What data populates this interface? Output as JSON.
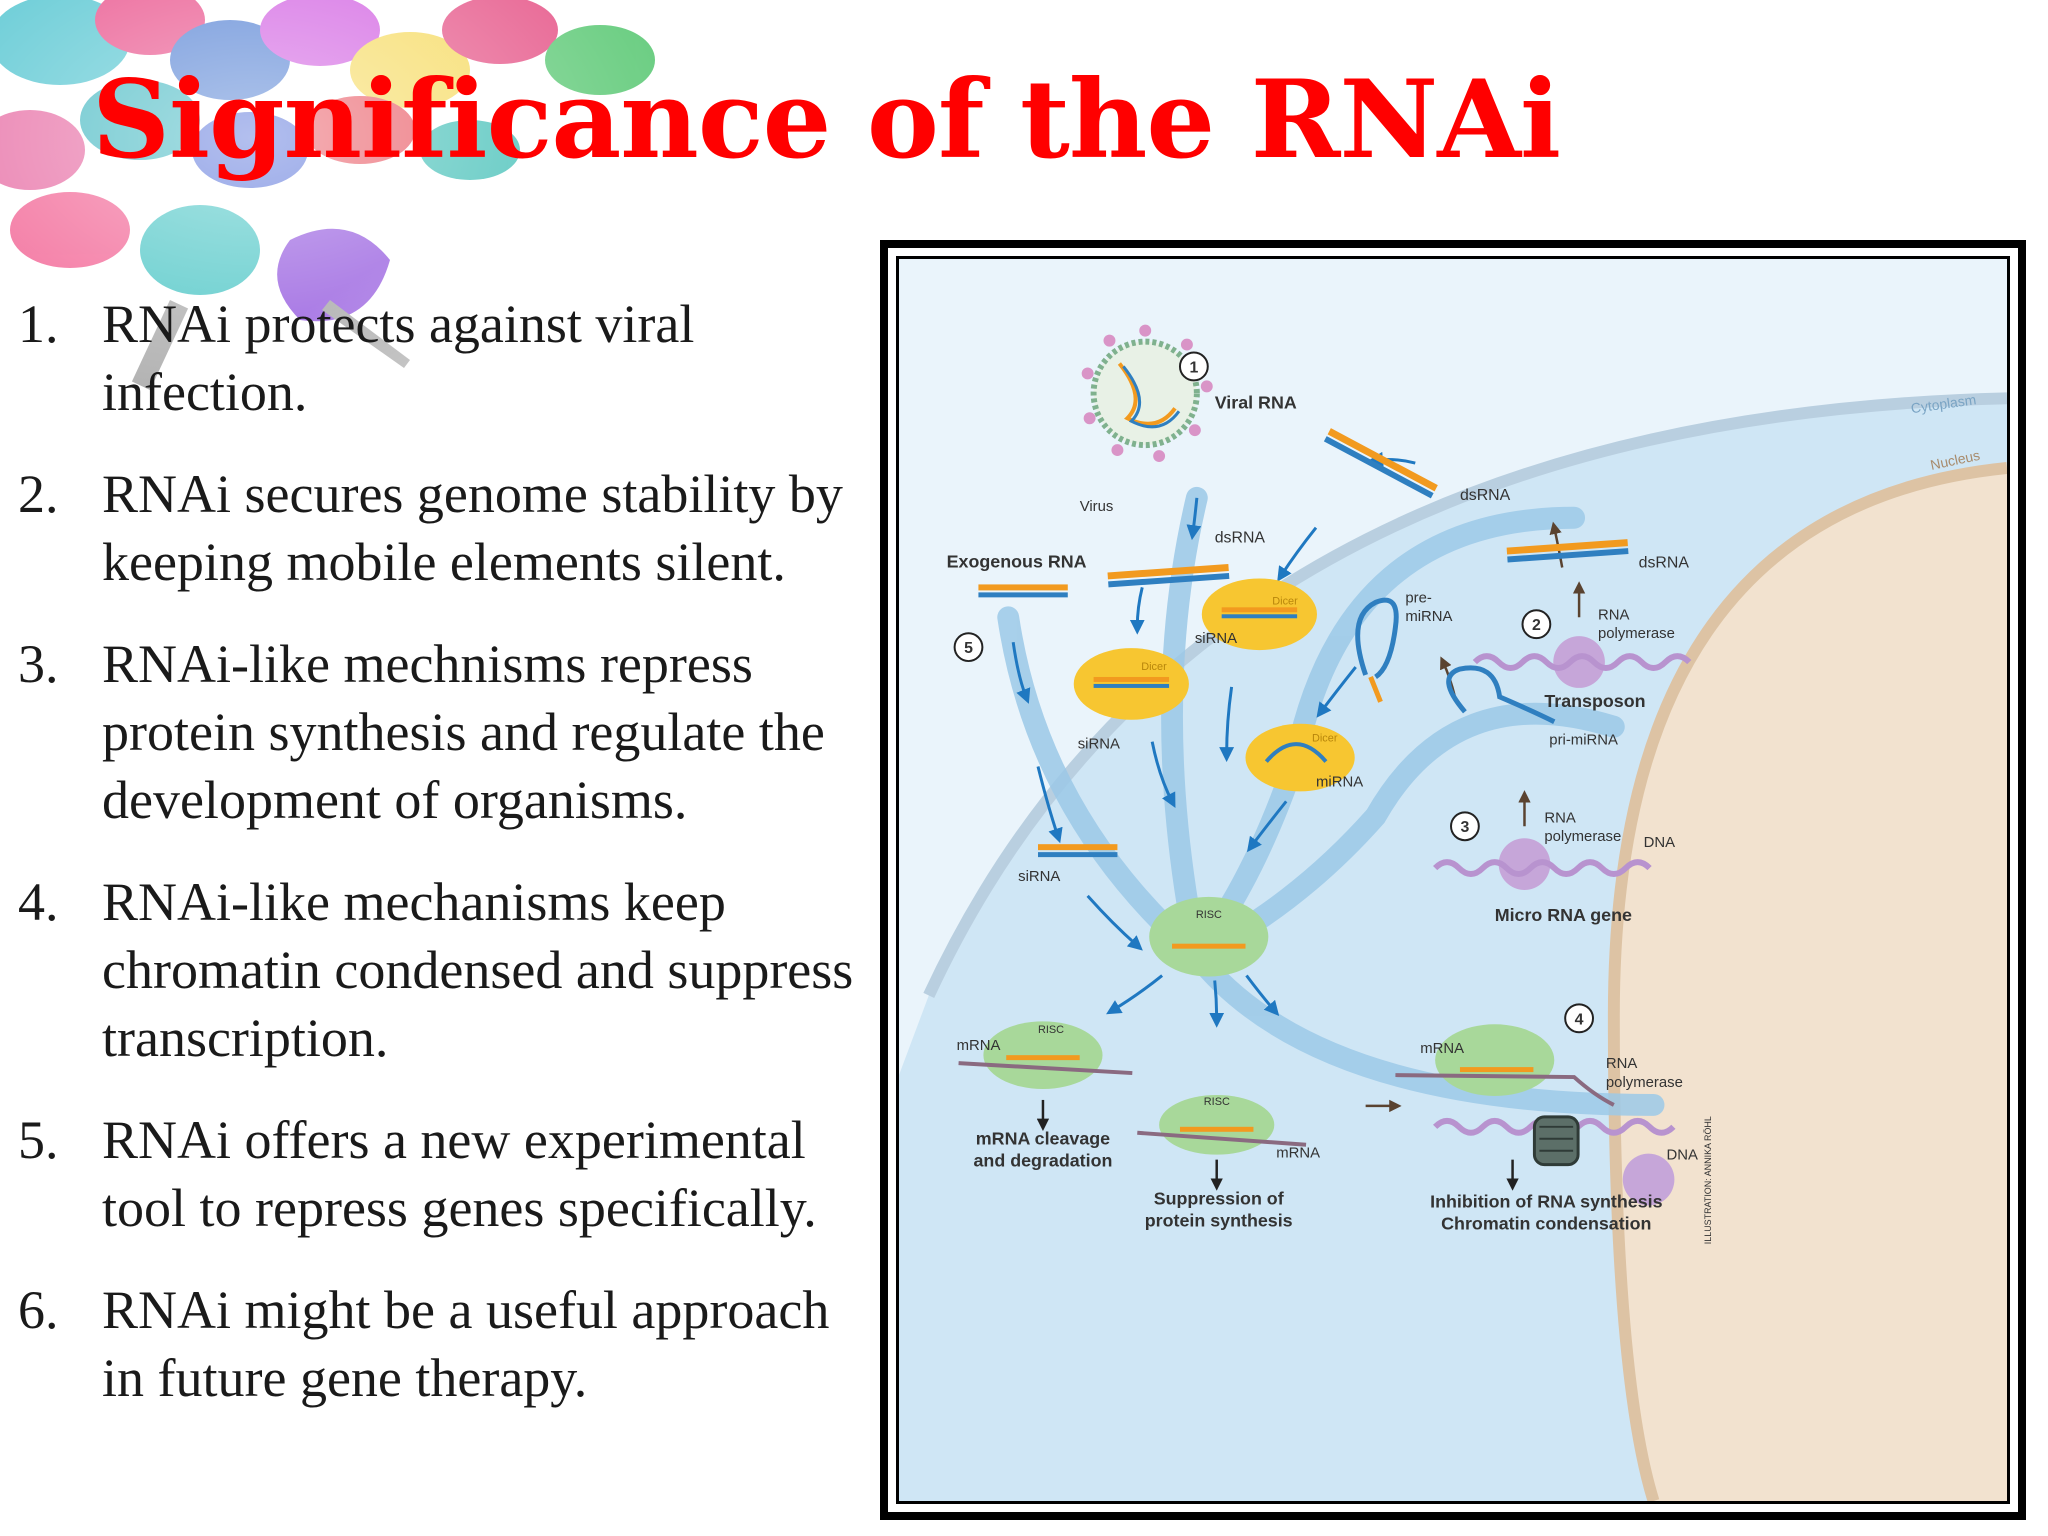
{
  "slide": {
    "title": "Significance of the RNAi",
    "points": [
      {
        "num": "1.",
        "text": "RNAi protects against viral infection."
      },
      {
        "num": "2.",
        "text": "RNAi secures genome stability by keeping mobile elements silent."
      },
      {
        "num": "3.",
        "text": "RNAi-like mechnisms repress protein synthesis and regulate the development of organisms."
      },
      {
        "num": "4.",
        "text": "RNAi-like mechanisms keep chromatin condensed and suppress transcription."
      },
      {
        "num": "5.",
        "text": "RNAi offers a new experimental tool to repress genes specifically."
      },
      {
        "num": "6.",
        "text": "RNAi might be a useful approach in future gene therapy."
      }
    ]
  },
  "diagram": {
    "step_markers": [
      "1",
      "2",
      "3",
      "4",
      "5"
    ],
    "labels": {
      "viral_rna": "Viral RNA",
      "virus": "Virus",
      "cytoplasm": "Cytoplasm",
      "nucleus": "Nucleus",
      "dsrna_virus": "dsRNA",
      "dsrna_top": "dsRNA",
      "dsrna_transposon": "dsRNA",
      "exogenous_rna": "Exogenous RNA",
      "pre_mirna_1": "pre-",
      "pre_mirna_2": "miRNA",
      "rna_polymerase_2_1": "RNA",
      "rna_polymerase_2_2": "polymerase",
      "transposon": "Transposon",
      "sirna_1": "siRNA",
      "sirna_2": "siRNA",
      "sirna_3": "siRNA",
      "dicer_1": "Dicer",
      "dicer_2": "Dicer",
      "dicer_3": "Dicer",
      "pri_mirna": "pri-miRNA",
      "mirna": "miRNA",
      "rna_polymerase_3_1": "RNA",
      "rna_polymerase_3_2": "polymerase",
      "dna_3": "DNA",
      "micro_rna_gene": "Micro RNA gene",
      "risc_center": "RISC",
      "risc_left": "RISC",
      "risc_mid": "RISC",
      "mrna_left": "mRNA",
      "mrna_mid": "mRNA",
      "mrna_right": "mRNA",
      "rna_polymerase_4_1": "RNA",
      "rna_polymerase_4_2": "polymerase",
      "dna_4": "DNA",
      "outcome_cleavage_1": "mRNA cleavage",
      "outcome_cleavage_2": "and degradation",
      "outcome_suppression_1": "Suppression of",
      "outcome_suppression_2": "protein synthesis",
      "outcome_inhibition_1": "Inhibition of RNA synthesis",
      "outcome_inhibition_2": "Chromatin condensation",
      "credit": "ILLUSTRATION: ANNIKA RÖHL"
    },
    "colors": {
      "cytoplasm": "#cfe6f5",
      "nucleus": "#f2e2cf",
      "membrane": "#b9cfe0",
      "nuclear_envelope": "#ddc3a4",
      "pathway": "#9cc9e8",
      "arrow": "#1f78c1",
      "dicer": "#f7c631",
      "risc": "#a8d89a",
      "rna_orange": "#f29a1f",
      "rna_blue": "#2f7fc0",
      "polymerase": "#c6a6d9",
      "dna": "#b893cf"
    }
  }
}
